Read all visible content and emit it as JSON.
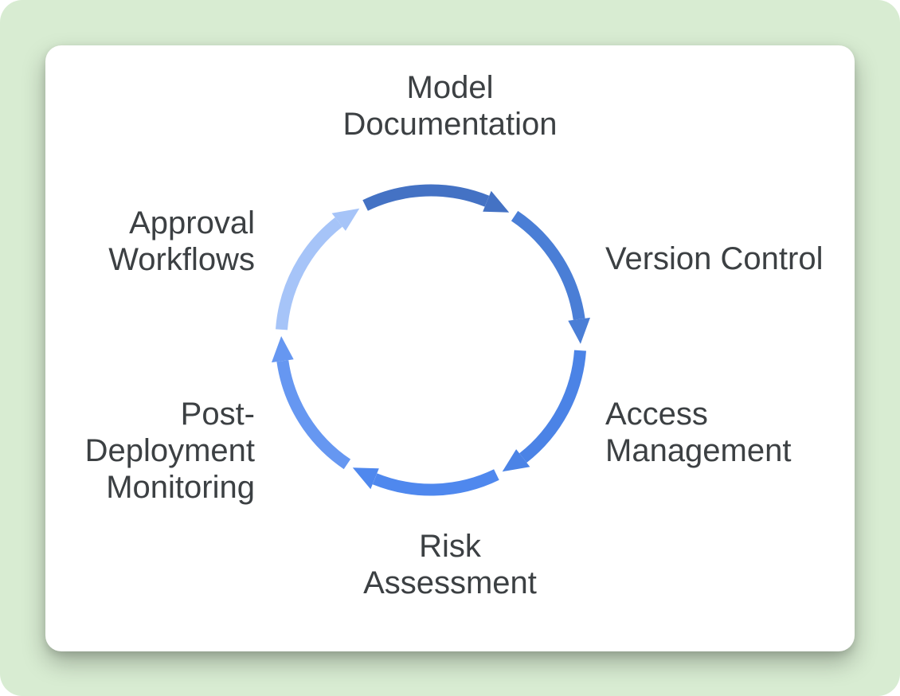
{
  "page": {
    "background_color": "#d8ecd2",
    "card_color": "#ffffff",
    "text_color": "#3c4043"
  },
  "diagram": {
    "type": "cycle",
    "direction": "clockwise",
    "segments": [
      {
        "label": "Model\nDocumentation",
        "position": "top",
        "color": "#4472c4"
      },
      {
        "label": "Version Control",
        "position": "upper-right",
        "color": "#4a7ed6"
      },
      {
        "label": "Access\nManagement",
        "position": "lower-right",
        "color": "#4b83e6"
      },
      {
        "label": "Risk\nAssessment",
        "position": "bottom",
        "color": "#4f88ee"
      },
      {
        "label": "Post-\nDeployment\nMonitoring",
        "position": "lower-left",
        "color": "#6697f1"
      },
      {
        "label": "Approval\nWorkflows",
        "position": "upper-left",
        "color": "#a6c4f8"
      }
    ]
  }
}
